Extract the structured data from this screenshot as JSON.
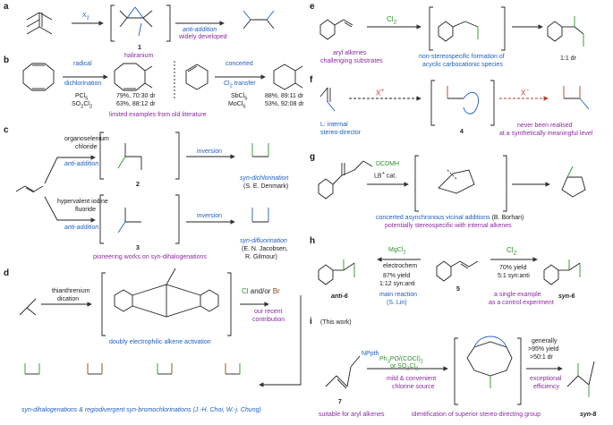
{
  "panels": {
    "a": {
      "letter": "a",
      "reagent": "X",
      "reagent_sub": "2",
      "intermediate_number": "1",
      "intermediate_name": "haliranium",
      "arrow_note_line1": "anti-addition",
      "arrow_note_line2": "widely developed"
    },
    "b": {
      "letter": "b",
      "left_arrow_line1": "radical",
      "left_arrow_line2": "dichlorination",
      "left_cond_line1": "PCl",
      "left_cond_line1_sub": "5",
      "left_cond_line2": "SO",
      "left_cond_line2_sub": "2",
      "left_cond_line2_end": "Cl",
      "left_cond_line2_end_sub": "2",
      "left_result_line1": "79%, 70:30 dr",
      "left_result_line2": "63%, 88:12 dr",
      "right_arrow_line1": "concerted",
      "right_arrow_line2": "Cl",
      "right_arrow_line2_sub": "2",
      "right_arrow_line2_end": " transfer",
      "right_cond_line1": "SbCl",
      "right_cond_line1_sub": "5",
      "right_cond_line2": "MoCl",
      "right_cond_line2_sub": "5",
      "right_result_line1": "88%, 89:11 dr",
      "right_result_line2": "53%, 92:08 dr",
      "caption": "limited examples from old literature"
    },
    "c": {
      "letter": "c",
      "top_reagent_line1": "organoselenium",
      "top_reagent_line2": "chloride",
      "top_mode": "anti-addition",
      "top_intermediate_number": "2",
      "top_step": "inversion",
      "top_result": "syn-dichlorination",
      "top_ref": "(S. E. Denmark)",
      "bottom_reagent_line1": "hypervalent iodine",
      "bottom_reagent_line2": "fluoride",
      "bottom_mode": "anti-addition",
      "bottom_intermediate_number": "3",
      "bottom_step": "inversion",
      "bottom_result": "syn-difluorination",
      "bottom_ref_line1": "(E. N. Jacobsen,",
      "bottom_ref_line2": "R. Gilmour)",
      "caption": "pioneering works on syn-dihalogenations"
    },
    "d": {
      "letter": "d",
      "reagent_line1": "thianthrenium",
      "reagent_line2": "dication",
      "activation": "doubly electrophilic alkene activation",
      "nucleophiles_a": "Cl",
      "nucleophiles_mid": " and/or ",
      "nucleophiles_b": "Br",
      "contribution_line1": "our recent",
      "contribution_line2": "contribution",
      "caption": "syn-dihalogenations & regiodivergent syn-bromochlorinations (J.-H. Choi, W.-j. Chung)"
    },
    "e": {
      "letter": "e",
      "reagent": "Cl",
      "reagent_sub": "2",
      "left_caption_line1": "aryl alkenes",
      "left_caption_line2": "challenging substrates",
      "mid_caption_line1": "non-stereospecific formation of",
      "mid_caption_line2": "acyclic carbocationic species",
      "right_caption": "1:1 dr"
    },
    "f": {
      "letter": "f",
      "electrophile": "X",
      "nucleophile": "X",
      "intermediate_number": "4",
      "left_caption_line1": "L: internal",
      "left_caption_line2": "stereo-director",
      "right_caption_line1": "never been realised",
      "right_caption_line2": "at a synthetically meaningful level"
    },
    "g": {
      "letter": "g",
      "reagent_line1": "DCDMH",
      "reagent_line2": "LB",
      "reagent_line2_end": " cat.",
      "caption_line1": "concerted asynchronous vicinal additions",
      "caption_line1_ref": "(B. Borhan)",
      "caption_line2": "potentially stereospecific with internal alkenes"
    },
    "h": {
      "letter": "h",
      "left_reagent_line1": "MgCl",
      "left_reagent_line1_sub": "2",
      "left_reagent_line2": "electrochem",
      "left_yield_line1": "87% yield",
      "left_yield_line2": "1:12 syn:anti",
      "left_label": "anti-6",
      "left_note_line1": "main reaction",
      "left_note_line2": "(S. Lin)",
      "substrate_number": "5",
      "right_reagent": "Cl",
      "right_reagent_sub": "2",
      "right_yield_line1": "70% yield",
      "right_yield_line2": "5:1 syn:anti",
      "right_label": "syn-6",
      "right_note_line1": "a single example",
      "right_note_line2": "as a control experiment"
    },
    "i": {
      "letter": "i",
      "this_work": "(This work)",
      "reagent_line1": "Ph",
      "reagent_line1_sub": "3",
      "reagent_line1_mid": "PO/(COCl)",
      "reagent_line1_sub2": "2",
      "reagent_line2": "or SO",
      "reagent_line2_sub": "2",
      "reagent_line2_end": "Cl",
      "reagent_line2_sub2": "2",
      "reagent_caption_line1": "mild & convenient",
      "reagent_caption_line2": "chlorine source",
      "substrate_number": "7",
      "substrate_caption": "suitable for aryl alkenes",
      "intermediate_caption": "identification of superior stereo-directing group",
      "result_line1": "generally",
      "result_line2": ">95% yield",
      "result_line3": ">50:1 dr",
      "result_caption_line1": "exceptional",
      "result_caption_line2": "efficiency",
      "product_label": "syn-8",
      "npth": "NPpth"
    }
  },
  "colors": {
    "blue": "#1f5fbf",
    "purple": "#8a2ba0",
    "green": "#2f8f2f",
    "red": "#c0392b",
    "brown": "#8b4513",
    "teal": "#1f6f8f"
  }
}
